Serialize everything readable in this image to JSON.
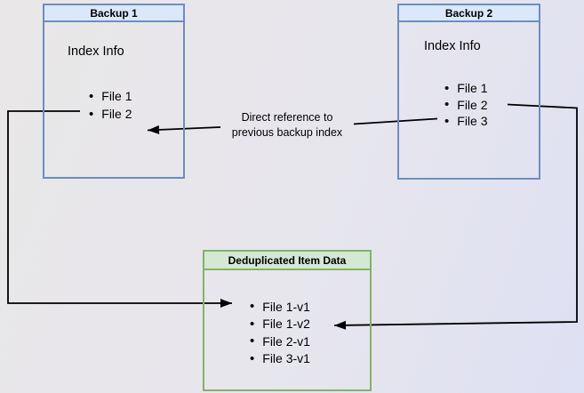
{
  "backup1": {
    "title": "Backup 1",
    "label": "Index Info",
    "files": [
      "File 1",
      "File 2"
    ]
  },
  "backup2": {
    "title": "Backup 2",
    "label": "Index Info",
    "files": [
      "File 1",
      "File 2",
      "File 3"
    ]
  },
  "dedup": {
    "title": "Deduplicated Item Data",
    "files": [
      "File 1-v1",
      "File 1-v2",
      "File 2-v1",
      "File 3-v1"
    ]
  },
  "annotation": {
    "line1": "Direct reference to",
    "line2": "previous backup index"
  },
  "colors": {
    "blue_fill": "#dae8fc",
    "blue_border": "#6c8ebf",
    "green_fill": "#d5e8d4",
    "green_border": "#82b366",
    "connector": "#000000"
  }
}
